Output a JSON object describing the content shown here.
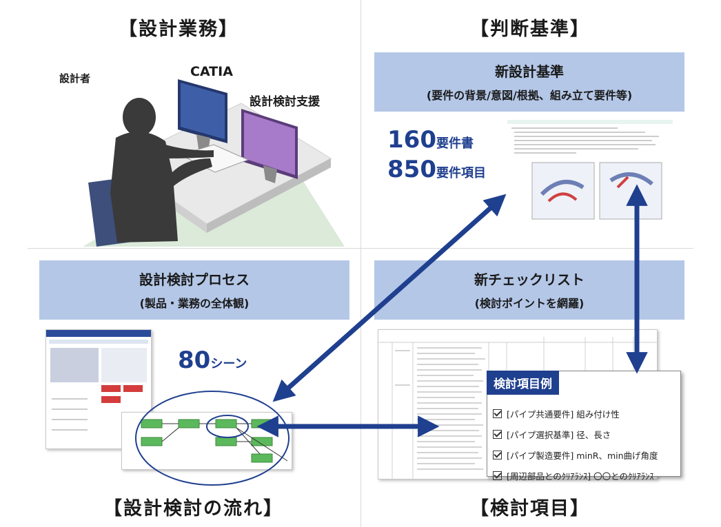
{
  "titles": {
    "design_work": "【設計業務】",
    "criteria": "【判断基準】",
    "flow": "【設計検討の流れ】",
    "items": "【検討項目】"
  },
  "workstation": {
    "designer_label": "設計者",
    "catia_label": "CATIA",
    "support_label": "設計検討支援"
  },
  "criteria_box": {
    "line1": "新設計基準",
    "line2": "(要件の背景/意図/根拠、組み立て要件等)"
  },
  "counts": {
    "docs_number": "160",
    "docs_unit": "要件書",
    "items_number": "850",
    "items_unit": "要件項目",
    "scenes_number": "80",
    "scenes_unit": "シーン"
  },
  "process_box": {
    "line1": "設計検討プロセス",
    "line2": "(製品・業務の全体観)"
  },
  "checklist_box": {
    "line1": "新チェックリスト",
    "line2": "(検討ポイントを網羅)"
  },
  "example": {
    "header": "検討項目例",
    "items": [
      "[パイプ共通要件] 組み付け性",
      "[パイプ選択基準] 径、長さ",
      "[パイプ製造要件] minR、min曲げ角度",
      "[周辺部品とのｸﾘｱﾗﾝｽ] 〇〇とのｸﾘｱﾗﾝｽ"
    ]
  },
  "colors": {
    "accent_blue": "#1f3f8f",
    "box_blue": "#b4c7e7",
    "flow_green": "#5cb85c"
  }
}
